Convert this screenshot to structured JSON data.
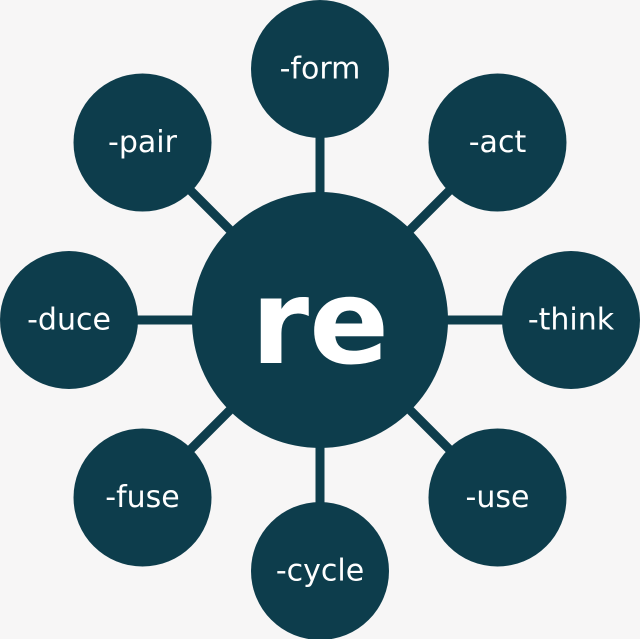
{
  "center": {
    "label": "re"
  },
  "prefixes": [
    {
      "label": "-form"
    },
    {
      "label": "-act"
    },
    {
      "label": "-think"
    },
    {
      "label": "-use"
    },
    {
      "label": "-cycle"
    },
    {
      "label": "-fuse"
    },
    {
      "label": "-duce"
    },
    {
      "label": "-pair"
    }
  ],
  "colors": {
    "node": "#0d3d4c",
    "text": "#ffffff",
    "background": "#f7f6f6"
  }
}
